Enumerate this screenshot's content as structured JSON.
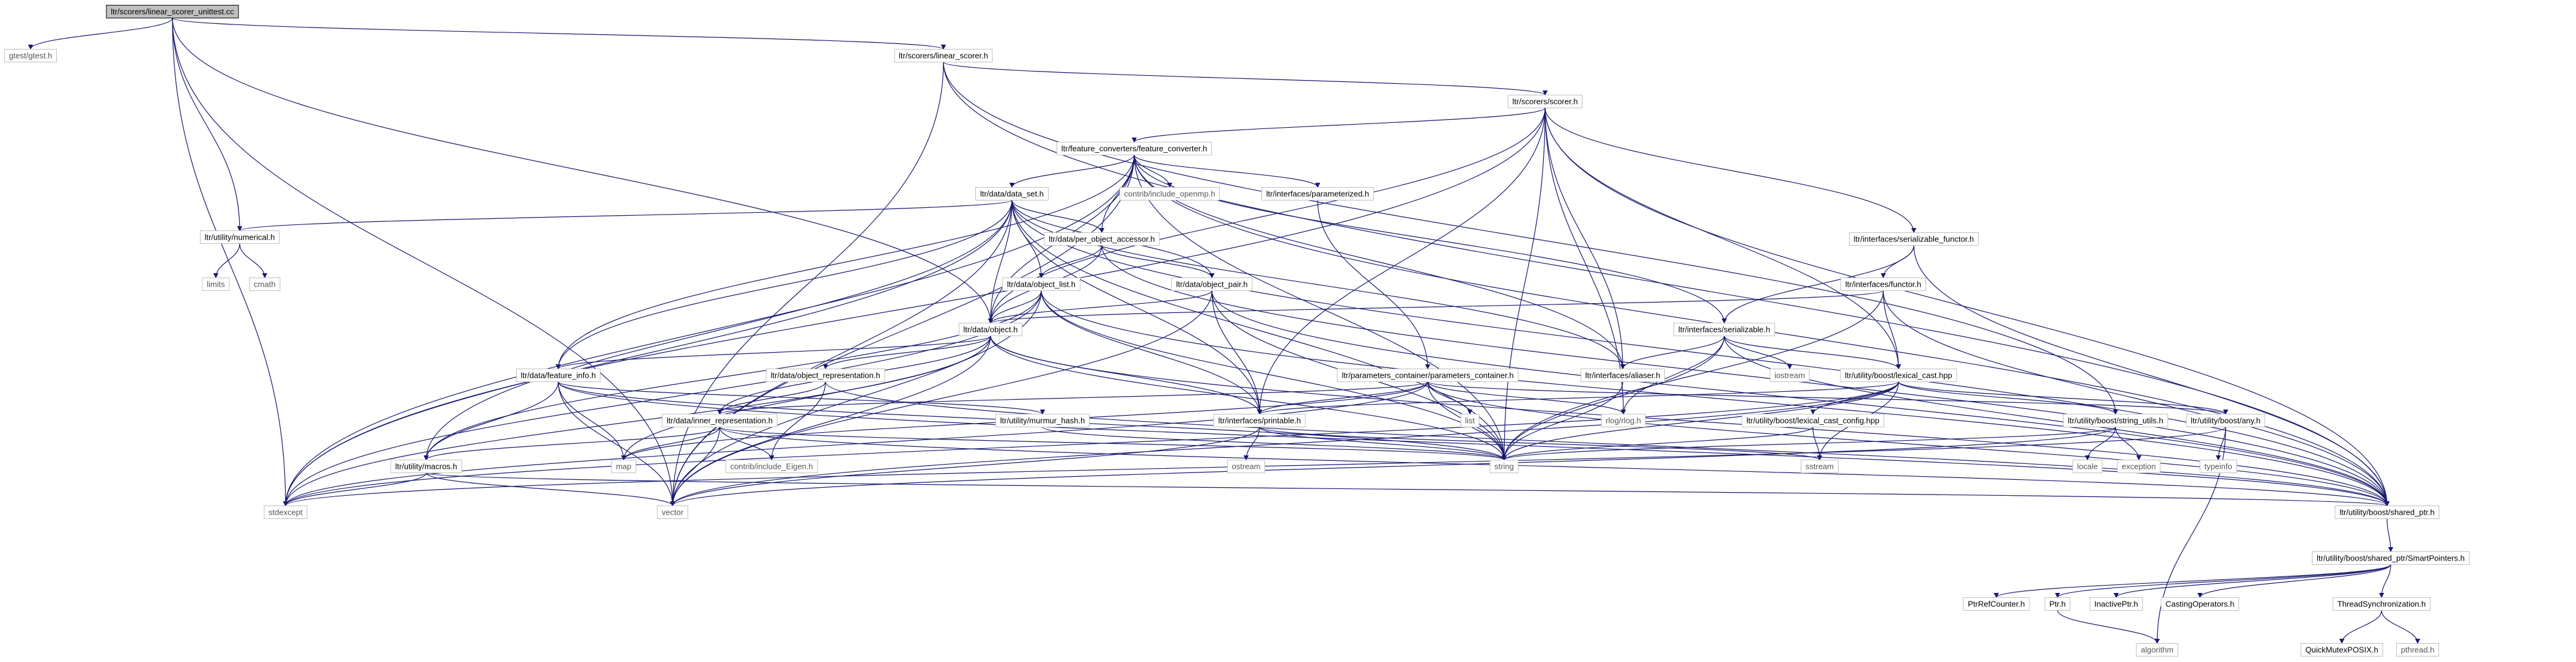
{
  "graph": {
    "colors": {
      "edge": "#191970",
      "main_node_fill": "#bfbfbf",
      "node_border": "#bfbfbf",
      "text": "#000000"
    },
    "nodes": [
      {
        "id": "n0",
        "label": "ltr/scorers/linear_scorer_unittest.cc",
        "main": true
      },
      {
        "id": "n1",
        "label": "gtest/gtest.h",
        "sys": true
      },
      {
        "id": "n2",
        "label": "ltr/scorers/linear_scorer.h"
      },
      {
        "id": "n3",
        "label": "ltr/scorers/scorer.h"
      },
      {
        "id": "n4",
        "label": "ltr/feature_converters/feature_converter.h"
      },
      {
        "id": "n5",
        "label": "ltr/data/data_set.h"
      },
      {
        "id": "n6",
        "label": "contrib/include_openmp.h",
        "sys": true
      },
      {
        "id": "n7",
        "label": "ltr/interfaces/parameterized.h"
      },
      {
        "id": "n8",
        "label": "ltr/utility/numerical.h"
      },
      {
        "id": "n9",
        "label": "limits",
        "sys": true
      },
      {
        "id": "n10",
        "label": "cmath",
        "sys": true
      },
      {
        "id": "n11",
        "label": "ltr/data/per_object_accessor.h"
      },
      {
        "id": "n12",
        "label": "ltr/interfaces/serializable_functor.h"
      },
      {
        "id": "n13",
        "label": "ltr/interfaces/functor.h"
      },
      {
        "id": "n14",
        "label": "ltr/data/object_list.h"
      },
      {
        "id": "n15",
        "label": "ltr/data/object_pair.h"
      },
      {
        "id": "n16",
        "label": "ltr/data/object.h"
      },
      {
        "id": "n17",
        "label": "ltr/interfaces/serializable.h"
      },
      {
        "id": "n18",
        "label": "ltr/data/feature_info.h"
      },
      {
        "id": "n19",
        "label": "ltr/data/object_representation.h"
      },
      {
        "id": "n20",
        "label": "ltr/parameters_container/parameters_container.h"
      },
      {
        "id": "n21",
        "label": "ltr/interfaces/aliaser.h"
      },
      {
        "id": "n22",
        "label": "iostream",
        "sys": true
      },
      {
        "id": "n23",
        "label": "ltr/utility/boost/lexical_cast.hpp"
      },
      {
        "id": "n24",
        "label": "ltr/data/inner_representation.h"
      },
      {
        "id": "n25",
        "label": "ltr/utility/murmur_hash.h"
      },
      {
        "id": "n26",
        "label": "list",
        "sys": true
      },
      {
        "id": "n27",
        "label": "rlog/rlog.h",
        "sys": true
      },
      {
        "id": "n28",
        "label": "ltr/interfaces/printable.h"
      },
      {
        "id": "n29",
        "label": "ltr/utility/boost/lexical_cast_config.hpp"
      },
      {
        "id": "n30",
        "label": "ltr/utility/boost/string_utils.h"
      },
      {
        "id": "n31",
        "label": "ltr/utility/boost/any.h"
      },
      {
        "id": "n32",
        "label": "ltr/utility/macros.h"
      },
      {
        "id": "n33",
        "label": "map",
        "sys": true
      },
      {
        "id": "n34",
        "label": "contrib/include_Eigen.h",
        "sys": true
      },
      {
        "id": "n35",
        "label": "ostream",
        "sys": true
      },
      {
        "id": "n36",
        "label": "string",
        "sys": true
      },
      {
        "id": "n37",
        "label": "sstream",
        "sys": true
      },
      {
        "id": "n38",
        "label": "locale",
        "sys": true
      },
      {
        "id": "n39",
        "label": "exception",
        "sys": true
      },
      {
        "id": "n40",
        "label": "typeinfo",
        "sys": true
      },
      {
        "id": "n41",
        "label": "stdexcept",
        "sys": true
      },
      {
        "id": "n42",
        "label": "vector",
        "sys": true
      },
      {
        "id": "n43",
        "label": "ltr/utility/boost/shared_ptr.h"
      },
      {
        "id": "n44",
        "label": "ltr/utility/boost/shared_ptr/SmartPointers.h"
      },
      {
        "id": "n45",
        "label": "PtrRefCounter.h"
      },
      {
        "id": "n46",
        "label": "Ptr.h"
      },
      {
        "id": "n47",
        "label": "InactivePtr.h"
      },
      {
        "id": "n48",
        "label": "CastingOperators.h"
      },
      {
        "id": "n49",
        "label": "ThreadSynchronization.h"
      },
      {
        "id": "n50",
        "label": "QuickMutexPOSIX.h"
      },
      {
        "id": "n51",
        "label": "pthread.h",
        "sys": true
      },
      {
        "id": "n52",
        "label": "algorithm",
        "sys": true
      }
    ],
    "edges": [
      [
        "n0",
        "n1"
      ],
      [
        "n0",
        "n2"
      ],
      [
        "n0",
        "n8"
      ],
      [
        "n0",
        "n16"
      ],
      [
        "n0",
        "n42"
      ],
      [
        "n0",
        "n41"
      ],
      [
        "n2",
        "n3"
      ],
      [
        "n2",
        "n43"
      ],
      [
        "n2",
        "n30"
      ],
      [
        "n2",
        "n42"
      ],
      [
        "n3",
        "n4"
      ],
      [
        "n3",
        "n12"
      ],
      [
        "n3",
        "n16"
      ],
      [
        "n3",
        "n21"
      ],
      [
        "n3",
        "n28"
      ],
      [
        "n3",
        "n23"
      ],
      [
        "n3",
        "n27"
      ],
      [
        "n3",
        "n36"
      ],
      [
        "n3",
        "n43"
      ],
      [
        "n3",
        "n41"
      ],
      [
        "n4",
        "n5"
      ],
      [
        "n4",
        "n6"
      ],
      [
        "n4",
        "n7"
      ],
      [
        "n4",
        "n11"
      ],
      [
        "n4",
        "n17"
      ],
      [
        "n4",
        "n16"
      ],
      [
        "n4",
        "n18"
      ],
      [
        "n4",
        "n21"
      ],
      [
        "n4",
        "n36"
      ],
      [
        "n4",
        "n42"
      ],
      [
        "n4",
        "n43"
      ],
      [
        "n4",
        "n41"
      ],
      [
        "n5",
        "n8"
      ],
      [
        "n5",
        "n11"
      ],
      [
        "n5",
        "n14"
      ],
      [
        "n5",
        "n15"
      ],
      [
        "n5",
        "n16"
      ],
      [
        "n5",
        "n18"
      ],
      [
        "n5",
        "n28"
      ],
      [
        "n5",
        "n21"
      ],
      [
        "n5",
        "n32"
      ],
      [
        "n5",
        "n36"
      ],
      [
        "n5",
        "n42"
      ],
      [
        "n5",
        "n43"
      ],
      [
        "n5",
        "n41"
      ],
      [
        "n7",
        "n20"
      ],
      [
        "n8",
        "n9"
      ],
      [
        "n8",
        "n10"
      ],
      [
        "n11",
        "n14"
      ],
      [
        "n11",
        "n15"
      ],
      [
        "n11",
        "n16"
      ],
      [
        "n11",
        "n43"
      ],
      [
        "n12",
        "n13"
      ],
      [
        "n12",
        "n17"
      ],
      [
        "n12",
        "n43"
      ],
      [
        "n13",
        "n16"
      ],
      [
        "n13",
        "n23"
      ],
      [
        "n13",
        "n36"
      ],
      [
        "n13",
        "n43"
      ],
      [
        "n14",
        "n16"
      ],
      [
        "n14",
        "n28"
      ],
      [
        "n14",
        "n32"
      ],
      [
        "n14",
        "n36"
      ],
      [
        "n14",
        "n42"
      ],
      [
        "n14",
        "n43"
      ],
      [
        "n14",
        "n41"
      ],
      [
        "n15",
        "n16"
      ],
      [
        "n15",
        "n28"
      ],
      [
        "n15",
        "n36"
      ],
      [
        "n15",
        "n42"
      ],
      [
        "n15",
        "n43"
      ],
      [
        "n16",
        "n18"
      ],
      [
        "n16",
        "n19"
      ],
      [
        "n16",
        "n24"
      ],
      [
        "n16",
        "n28"
      ],
      [
        "n16",
        "n33"
      ],
      [
        "n16",
        "n36"
      ],
      [
        "n16",
        "n42"
      ],
      [
        "n16",
        "n43"
      ],
      [
        "n16",
        "n41"
      ],
      [
        "n17",
        "n21"
      ],
      [
        "n17",
        "n22"
      ],
      [
        "n17",
        "n23"
      ],
      [
        "n17",
        "n27"
      ],
      [
        "n17",
        "n36"
      ],
      [
        "n17",
        "n43"
      ],
      [
        "n18",
        "n25"
      ],
      [
        "n18",
        "n32"
      ],
      [
        "n18",
        "n33"
      ],
      [
        "n18",
        "n36"
      ],
      [
        "n18",
        "n42"
      ],
      [
        "n18",
        "n43"
      ],
      [
        "n19",
        "n24"
      ],
      [
        "n19",
        "n34"
      ],
      [
        "n19",
        "n43"
      ],
      [
        "n20",
        "n24"
      ],
      [
        "n20",
        "n26"
      ],
      [
        "n20",
        "n27"
      ],
      [
        "n20",
        "n28"
      ],
      [
        "n20",
        "n31"
      ],
      [
        "n20",
        "n33"
      ],
      [
        "n20",
        "n36"
      ],
      [
        "n20",
        "n43"
      ],
      [
        "n20",
        "n41"
      ],
      [
        "n21",
        "n36"
      ],
      [
        "n23",
        "n28"
      ],
      [
        "n23",
        "n29"
      ],
      [
        "n23",
        "n30"
      ],
      [
        "n23",
        "n31"
      ],
      [
        "n23",
        "n36"
      ],
      [
        "n23",
        "n37"
      ],
      [
        "n23",
        "n42"
      ],
      [
        "n23",
        "n41"
      ],
      [
        "n24",
        "n32"
      ],
      [
        "n24",
        "n33"
      ],
      [
        "n24",
        "n34"
      ],
      [
        "n24",
        "n36"
      ],
      [
        "n24",
        "n42"
      ],
      [
        "n24",
        "n43"
      ],
      [
        "n25",
        "n36"
      ],
      [
        "n28",
        "n35"
      ],
      [
        "n28",
        "n36"
      ],
      [
        "n28",
        "n37"
      ],
      [
        "n28",
        "n42"
      ],
      [
        "n29",
        "n36"
      ],
      [
        "n29",
        "n37"
      ],
      [
        "n30",
        "n36"
      ],
      [
        "n30",
        "n38"
      ],
      [
        "n30",
        "n39"
      ],
      [
        "n30",
        "n42"
      ],
      [
        "n31",
        "n40"
      ],
      [
        "n31",
        "n52"
      ],
      [
        "n31",
        "n41"
      ],
      [
        "n32",
        "n41"
      ],
      [
        "n32",
        "n42"
      ],
      [
        "n32",
        "n43"
      ],
      [
        "n43",
        "n44"
      ],
      [
        "n44",
        "n45"
      ],
      [
        "n44",
        "n46"
      ],
      [
        "n44",
        "n47"
      ],
      [
        "n44",
        "n48"
      ],
      [
        "n44",
        "n49"
      ],
      [
        "n46",
        "n52"
      ],
      [
        "n49",
        "n50"
      ],
      [
        "n49",
        "n51"
      ]
    ]
  }
}
